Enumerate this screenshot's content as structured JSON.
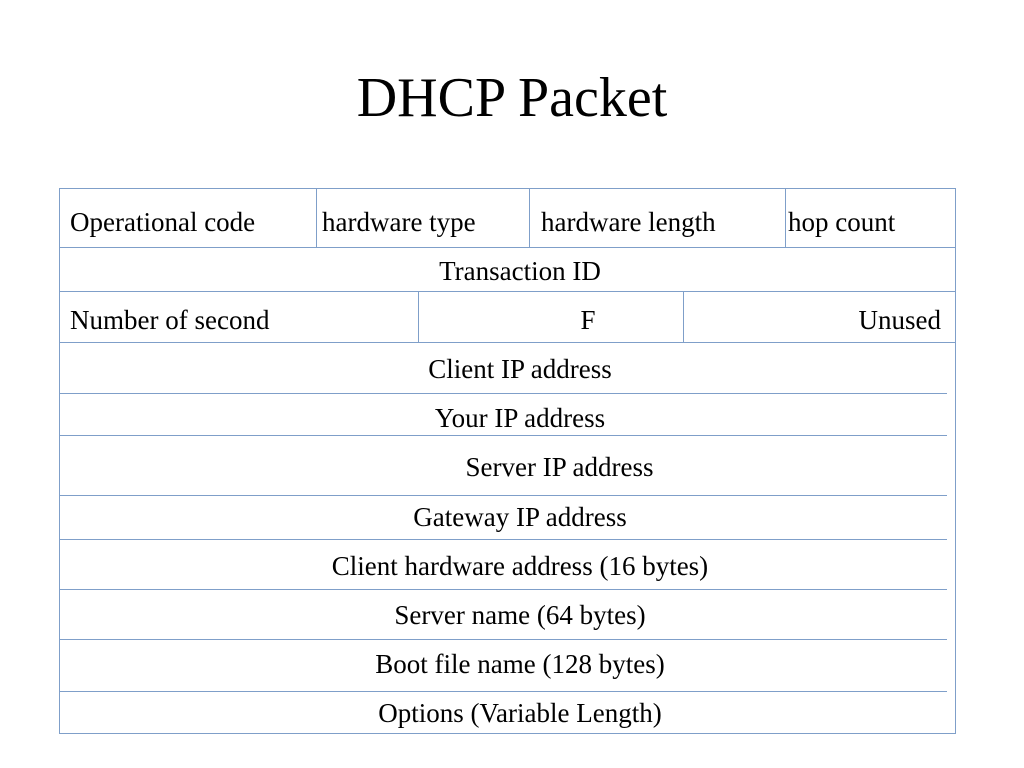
{
  "title": "DHCP Packet",
  "packet": {
    "row1": {
      "operational_code": "Operational code",
      "hardware_type": "hardware type",
      "hardware_length": "hardware length",
      "hop_count": "hop count"
    },
    "transaction_id": "Transaction ID",
    "row3": {
      "number_of_second": "Number of second",
      "flag": "F",
      "unused": "Unused"
    },
    "client_ip": "Client IP address",
    "your_ip": "Your IP address",
    "server_ip": "Server IP address",
    "gateway_ip": "Gateway IP address",
    "client_hardware_address": "Client hardware address (16 bytes)",
    "server_name": "Server name (64 bytes)",
    "boot_file_name": "Boot file name (128 bytes)",
    "options": "Options (Variable Length)"
  },
  "colors": {
    "border": "#7f9fc9",
    "text": "#000000",
    "background": "#ffffff"
  }
}
